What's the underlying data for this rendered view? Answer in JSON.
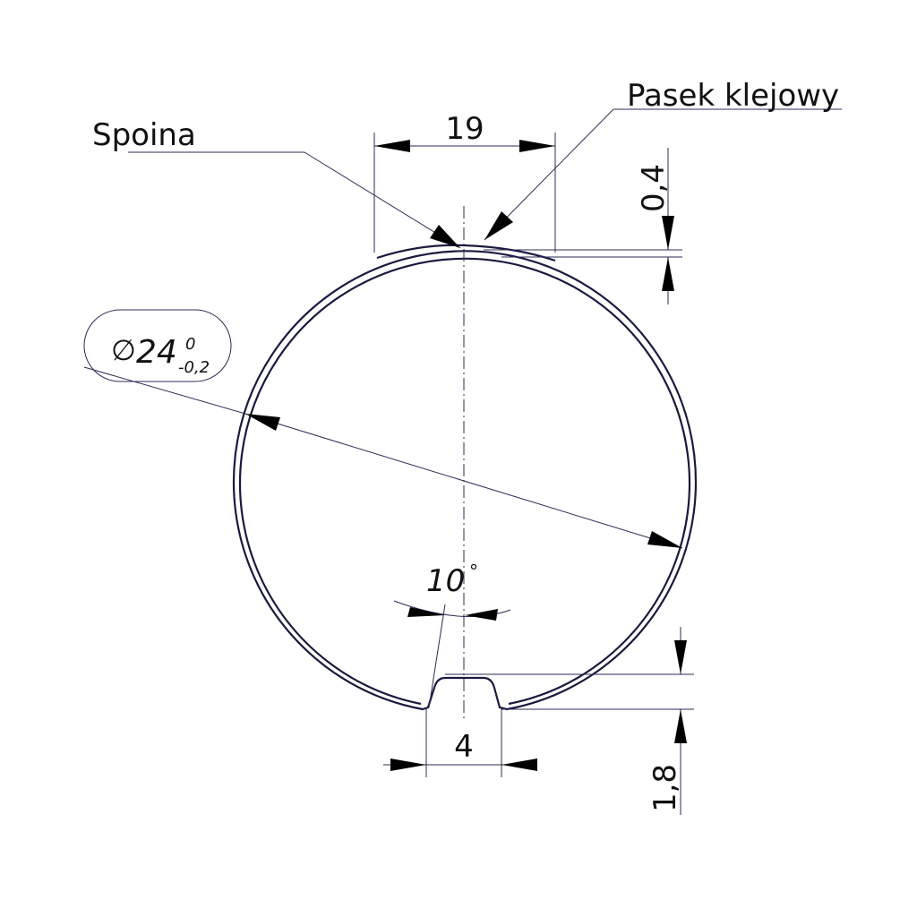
{
  "labels": {
    "weld": "Spoina",
    "adhesive_strip": "Pasek klejowy"
  },
  "dimensions": {
    "top_width": "19",
    "strip_thickness": "0,4",
    "diameter_symbol": "∅",
    "diameter": "24",
    "diameter_upper_tol": "0",
    "diameter_lower_tol": "-0,2",
    "groove_angle": "10",
    "groove_angle_unit": "°",
    "groove_width": "4",
    "groove_depth": "1,8"
  },
  "colors": {
    "line": "#2b2b55",
    "profile": "#1a1a40",
    "text": "#111111"
  }
}
